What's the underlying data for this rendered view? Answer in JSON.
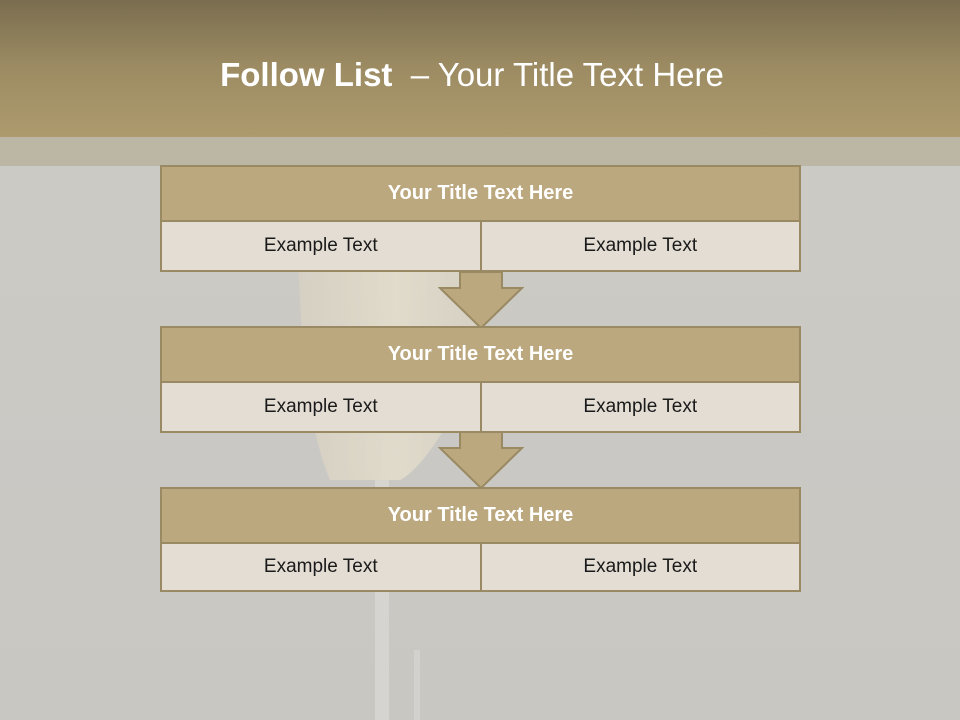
{
  "slide": {
    "title_bold": "Follow List",
    "title_rest": "– Your Title Text Here"
  },
  "blocks": [
    {
      "title": "Your Title Text Here",
      "cells": [
        "Example Text",
        "Example Text"
      ]
    },
    {
      "title": "Your Title Text Here",
      "cells": [
        "Example Text",
        "Example Text"
      ]
    },
    {
      "title": "Your Title Text Here",
      "cells": [
        "Example Text",
        "Example Text"
      ]
    }
  ],
  "colors": {
    "header": "#9d8c63",
    "block_head": "#bca87e",
    "cell": "#e3ddd4",
    "border": "#9a8a64"
  }
}
